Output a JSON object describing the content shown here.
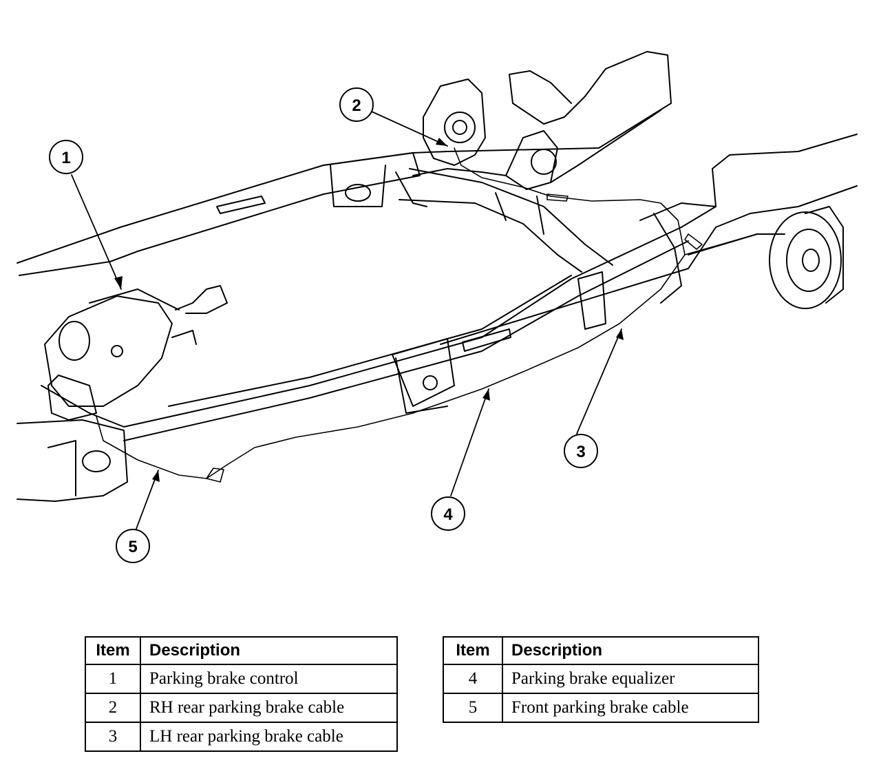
{
  "callouts": [
    {
      "id": "1",
      "label": "1"
    },
    {
      "id": "2",
      "label": "2"
    },
    {
      "id": "3",
      "label": "3"
    },
    {
      "id": "4",
      "label": "4"
    },
    {
      "id": "5",
      "label": "5"
    }
  ],
  "legend": {
    "header_item": "Item",
    "header_description": "Description",
    "left_rows": [
      {
        "item": "1",
        "description": "Parking brake control"
      },
      {
        "item": "2",
        "description": "RH rear parking brake cable"
      },
      {
        "item": "3",
        "description": "LH rear parking brake cable"
      }
    ],
    "right_rows": [
      {
        "item": "4",
        "description": "Parking brake equalizer"
      },
      {
        "item": "5",
        "description": "Front parking brake cable"
      }
    ]
  }
}
